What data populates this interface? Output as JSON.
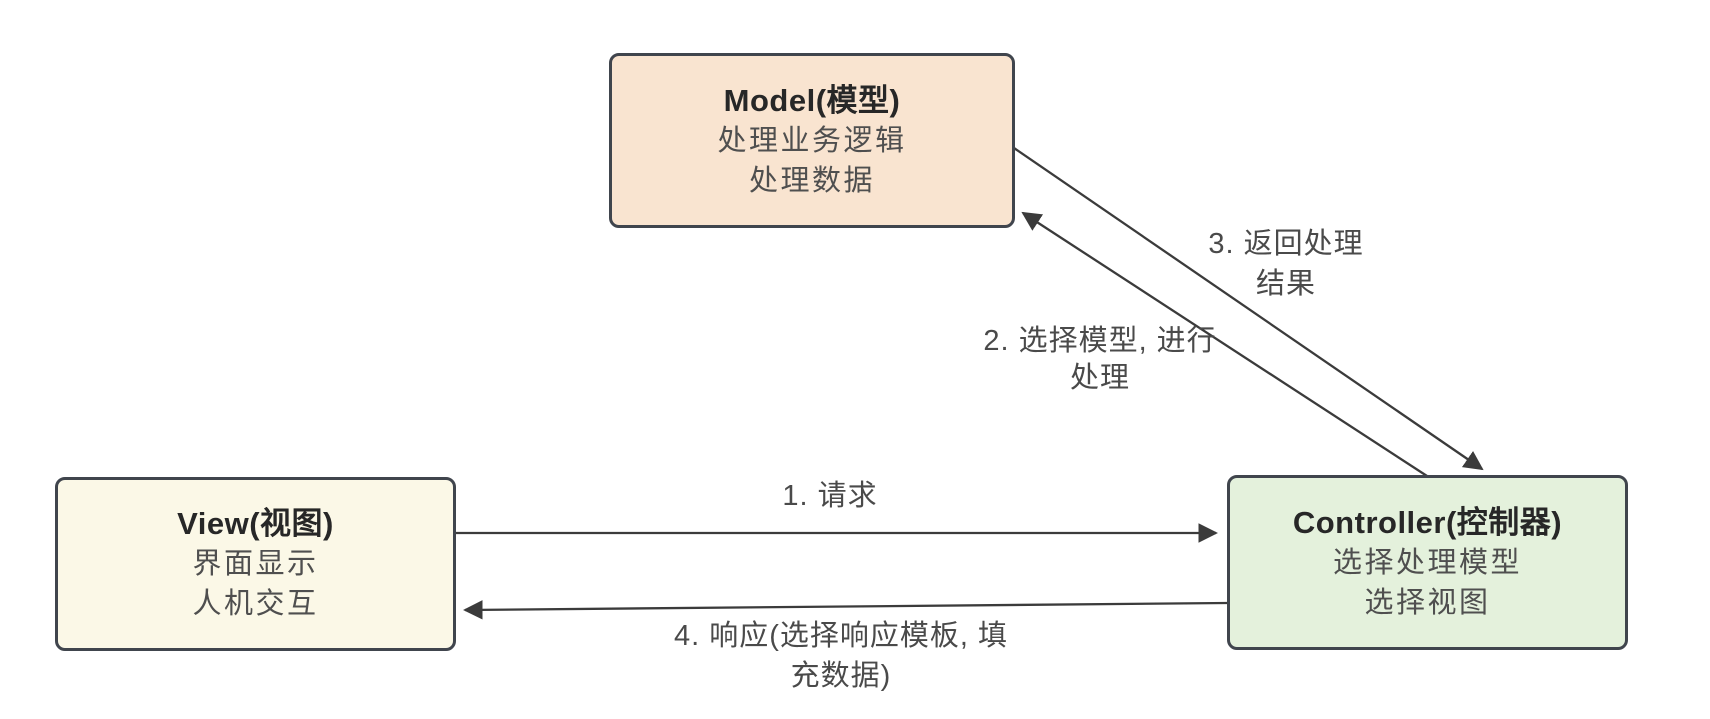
{
  "diagram": {
    "type": "flow-diagram",
    "subject": "MVC",
    "background": "#ffffff",
    "nodes": {
      "model": {
        "title": "Model(模型)",
        "lines": [
          "处理业务逻辑",
          "处理数据"
        ],
        "fill": "#f9e4d0"
      },
      "view": {
        "title": "View(视图)",
        "lines": [
          "界面显示",
          "人机交互"
        ],
        "fill": "#fbf8e7"
      },
      "controller": {
        "title": "Controller(控制器)",
        "lines": [
          "选择处理模型",
          "选择视图"
        ],
        "fill": "#e4f1dc"
      }
    },
    "edges": [
      {
        "from": "view",
        "to": "controller",
        "label": [
          "1. 请求"
        ]
      },
      {
        "from": "controller",
        "to": "model",
        "label": [
          "2. 选择模型, 进行",
          "处理"
        ]
      },
      {
        "from": "model",
        "to": "controller",
        "label": [
          "3. 返回处理",
          "结果"
        ]
      },
      {
        "from": "controller",
        "to": "view",
        "label": [
          "4. 响应(选择响应模板, 填",
          "充数据)"
        ]
      }
    ],
    "colors": {
      "border": "#40454d",
      "arrow": "#3b3b3b",
      "title_text": "#272727",
      "body_text": "#4f4f4f",
      "label_text": "#4a4a4a",
      "model_fill": "#f9e4d0",
      "view_fill": "#fbf8e7",
      "controller_fill": "#e4f1dc"
    }
  }
}
